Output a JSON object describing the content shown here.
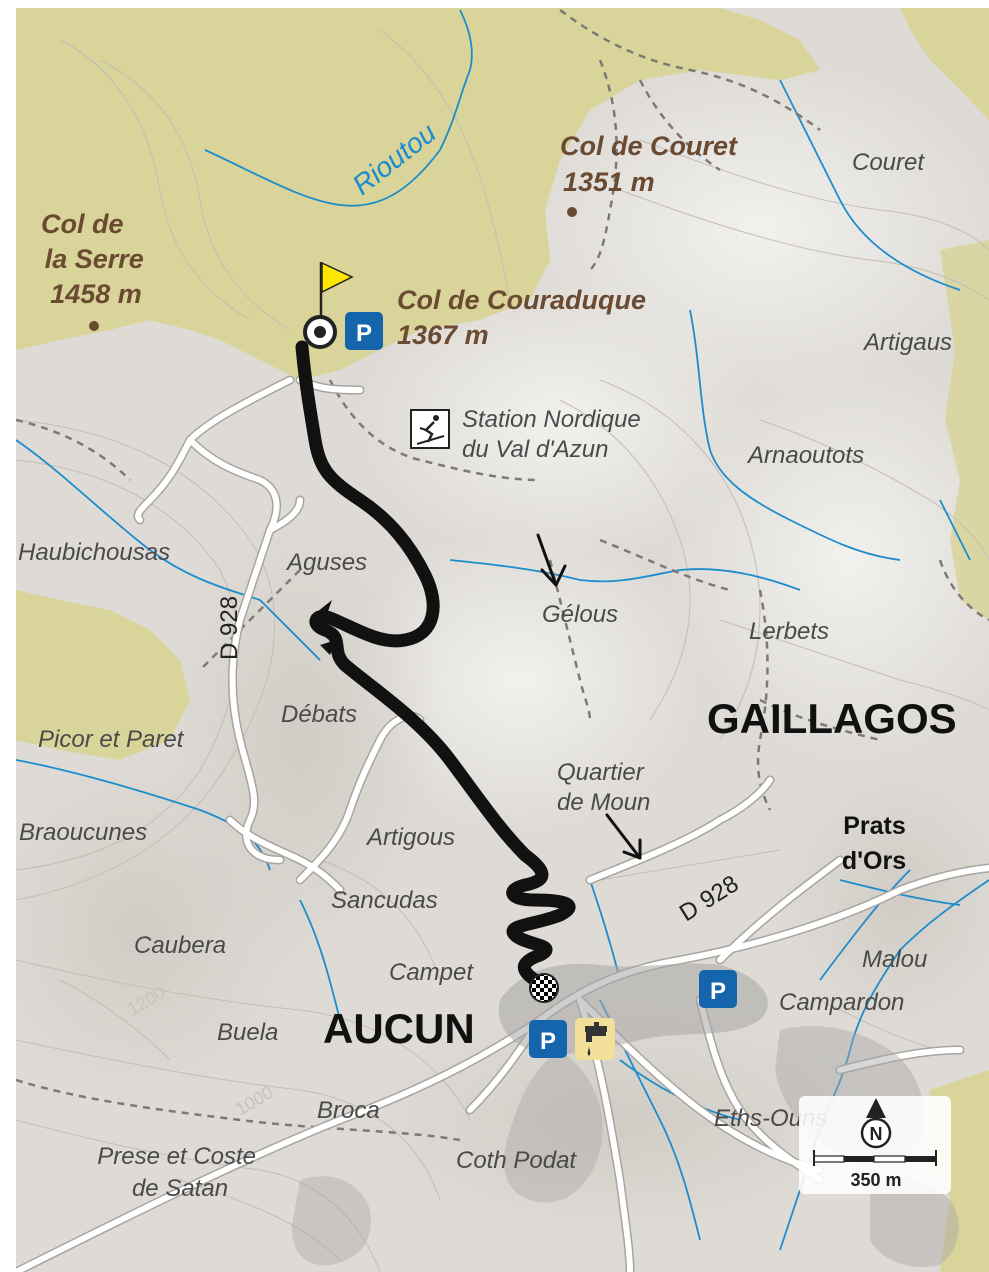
{
  "map": {
    "villages": {
      "aucun": "AUCUN",
      "gaillagos": "GAILLAGOS"
    },
    "cols": [
      {
        "name_line1": "Col de",
        "name_line2": "la Serre",
        "elevation": "1458 m"
      },
      {
        "name": "Col de Couraduque",
        "elevation": "1367 m"
      },
      {
        "name": "Col de Couret",
        "elevation": "1351 m"
      }
    ],
    "places": {
      "couret": "Couret",
      "artigaus": "Artigaus",
      "arnaoutots": "Arnaoutots",
      "haubichousas": "Haubichousas",
      "aguses": "Aguses",
      "gelous": "Gélous",
      "lerbets": "Lerbets",
      "debats": "Débats",
      "picor_et_paret": "Picor et Paret",
      "quartier_line1": "Quartier",
      "quartier_line2": "de Moun",
      "braoucunes": "Braoucunes",
      "artigous": "Artigous",
      "sancudas": "Sancudas",
      "caubera": "Caubera",
      "campet": "Campet",
      "malou": "Malou",
      "campardon": "Campardon",
      "buela": "Buela",
      "broca": "Broca",
      "eths_ouns": "Eths-Ouns",
      "prese_line1": "Prese et Coste",
      "prese_line2": "de Satan",
      "coth_podat": "Coth Podat",
      "prats_line1": "Prats",
      "prats_line2": "d'Ors"
    },
    "station": {
      "line1": "Station Nordique",
      "line2": "du Val d'Azun"
    },
    "river": "Rioutou",
    "roads": {
      "d928_a": "D 928",
      "d928_b": "D 928"
    },
    "contours": {
      "c1200": "1200",
      "c1000": "1000"
    },
    "parking_label": "P",
    "scale": {
      "north": "N",
      "distance": "350 m"
    },
    "colors": {
      "forest": "#d8d49a",
      "terrain": "#dedbd6",
      "route": "#111111",
      "stream": "#1d8ccc",
      "parking": "#1565ad",
      "flag": "#ffe600",
      "label_brown": "#6b4a32"
    }
  }
}
